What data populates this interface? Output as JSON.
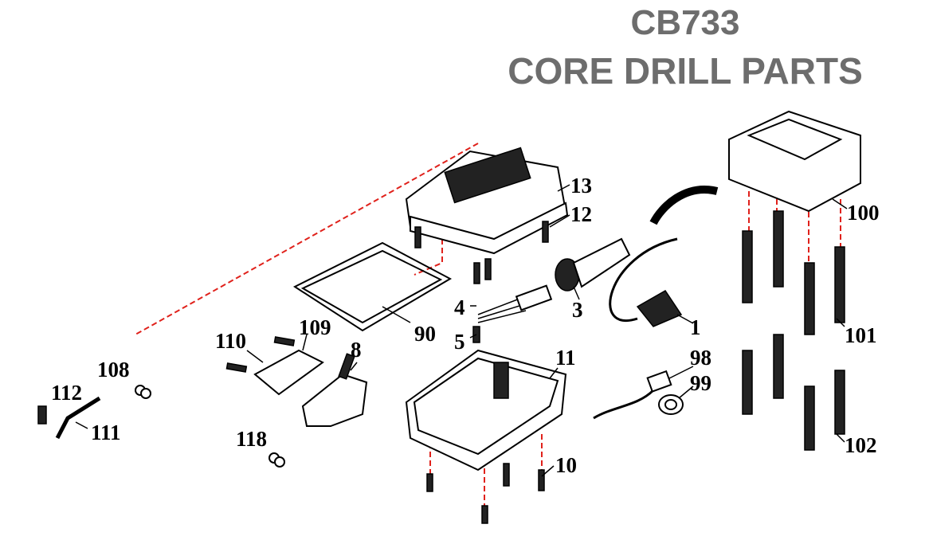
{
  "title": {
    "line1": "CB733",
    "line2": "CORE DRILL PARTS"
  },
  "callouts": [
    "13",
    "12",
    "100",
    "3",
    "4",
    "1",
    "5",
    "90",
    "110",
    "109",
    "8",
    "101",
    "108",
    "112",
    "11",
    "98",
    "99",
    "111",
    "102",
    "118",
    "10"
  ]
}
